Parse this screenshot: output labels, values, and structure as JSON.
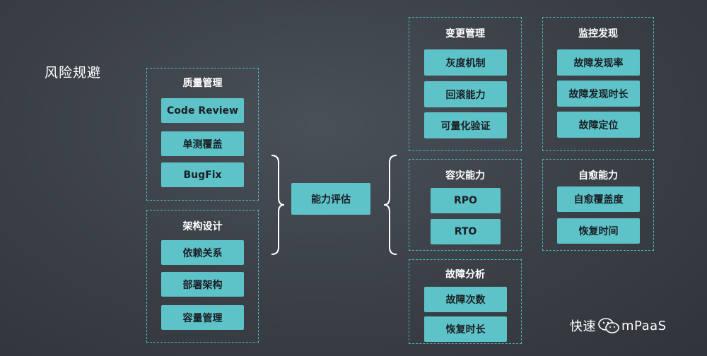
{
  "title": "风险规避",
  "center_node": "能力评估",
  "groups": {
    "quality": {
      "title": "质量管理",
      "items": [
        "Code Review",
        "单测覆盖",
        "BugFix"
      ]
    },
    "architecture": {
      "title": "架构设计",
      "items": [
        "依赖关系",
        "部署架构",
        "容量管理"
      ]
    },
    "change": {
      "title": "变更管理",
      "items": [
        "灰度机制",
        "回滚能力",
        "可量化验证"
      ]
    },
    "monitor": {
      "title": "监控发现",
      "items": [
        "故障发现率",
        "故障发现时长",
        "故障定位"
      ]
    },
    "disaster": {
      "title": "容灾能力",
      "items": [
        "RPO",
        "RTO"
      ]
    },
    "selfheal": {
      "title": "自愈能力",
      "items": [
        "自愈覆盖度",
        "恢复时间"
      ]
    },
    "fault": {
      "title": "故障分析",
      "items": [
        "故障次数",
        "恢复时长"
      ]
    }
  },
  "watermark": {
    "text_left": "快速",
    "text_right": "mPaaS",
    "icon": "wechat-icon"
  },
  "colors": {
    "node": "#5ec3c9",
    "border": "#4fb8be",
    "background": "#3a3f46"
  }
}
